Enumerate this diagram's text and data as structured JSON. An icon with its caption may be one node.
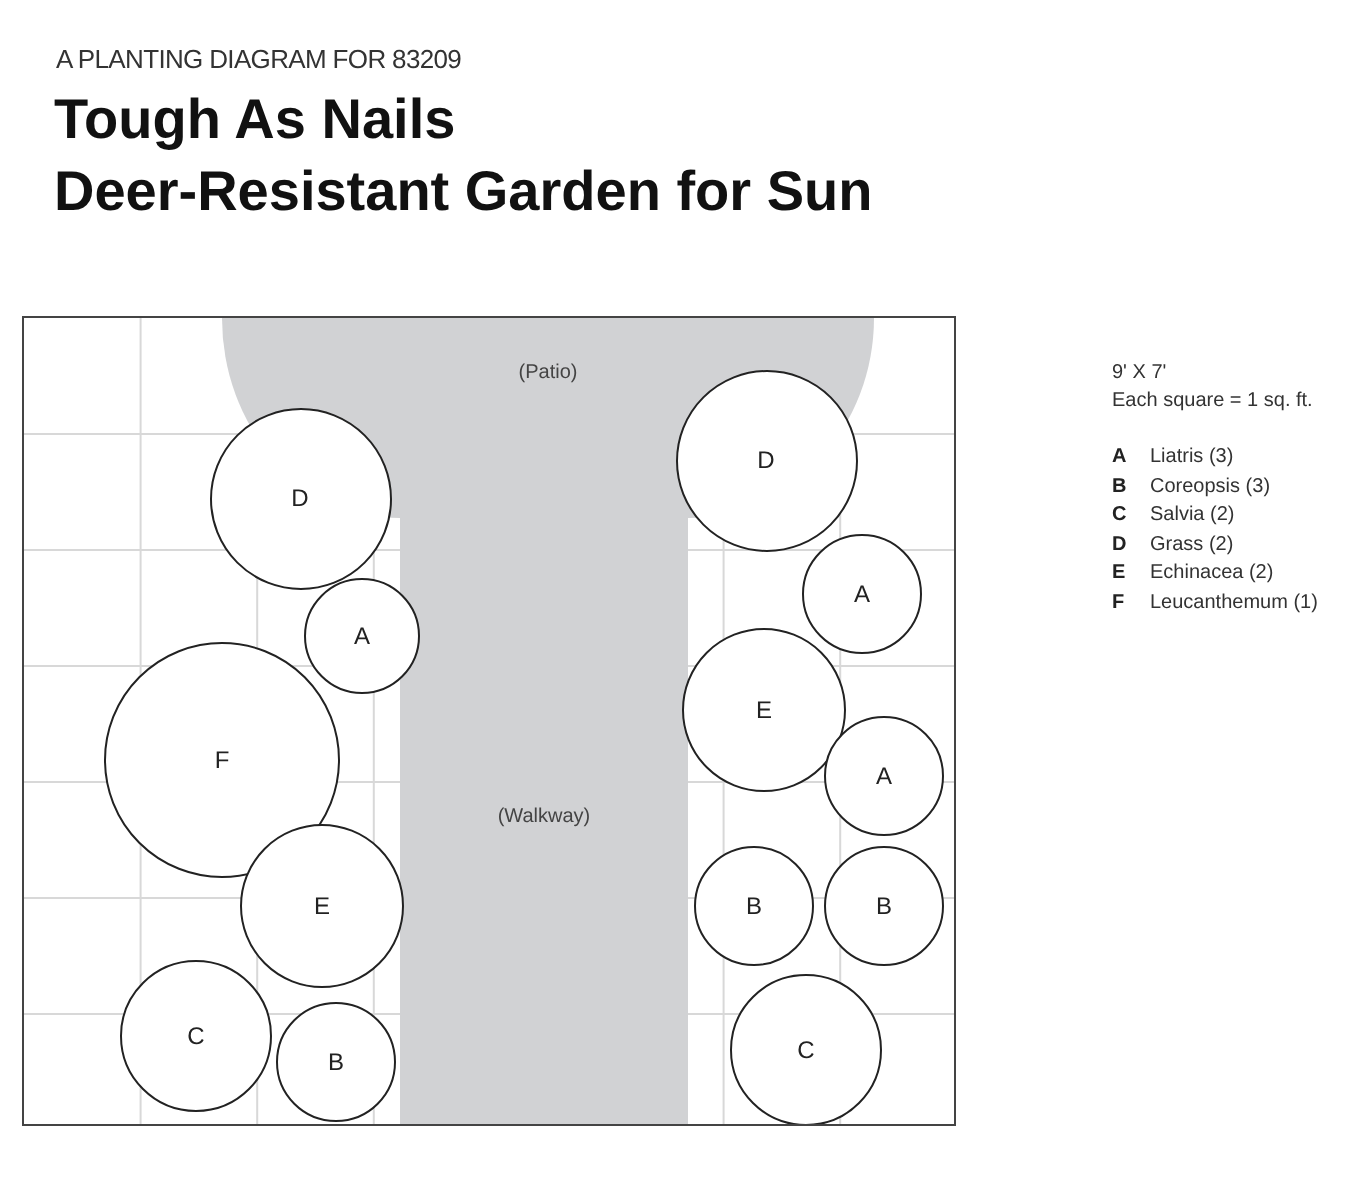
{
  "diagram": {
    "title": "Tough As Nails Deer-Resistant Garden for Sun",
    "nodes": [
      {
        "text": [
          "(Patio)"
        ]
      },
      {
        "text": [
          "D"
        ]
      },
      {
        "text": [
          "D"
        ]
      },
      {
        "text": [
          "A"
        ]
      },
      {
        "text": [
          "A"
        ]
      },
      {
        "text": [
          "E"
        ]
      },
      {
        "text": [
          "F"
        ]
      },
      {
        "text": [
          "A"
        ]
      },
      {
        "text": [
          "(Walkway)"
        ]
      },
      {
        "text": [
          "E"
        ]
      },
      {
        "text": [
          "B"
        ]
      },
      {
        "text": [
          "B"
        ]
      },
      {
        "text": [
          "C"
        ]
      },
      {
        "text": [
          "C"
        ]
      },
      {
        "text": [
          "B"
        ]
      }
    ],
    "labels": [
      "A PLANTING DIAGRAM FOR 83209",
      "9' X 7'",
      "Each square = 1 sq. ft.",
      "A",
      "Liatris (3)",
      "B",
      "Coreopsis (3)",
      "C",
      "Salvia (2)",
      "D",
      "Grass (2)",
      "E",
      "Echinacea (2)",
      "F",
      "Leucanthemum (1)"
    ]
  }
}
